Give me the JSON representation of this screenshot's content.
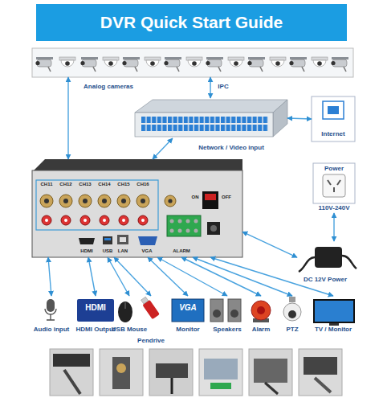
{
  "diagram": {
    "title": "DVR Quick Start Guide",
    "nodes": [
      {
        "text": [
          "Analog cameras",
          "IPC"
        ]
      },
      {
        "text": [
          "Network / Video input"
        ]
      },
      {
        "text": [
          "Internet"
        ]
      },
      {
        "text": [
          "Power",
          "110V-240V"
        ]
      },
      {
        "text": [
          "DC 12V Power"
        ]
      },
      {
        "text": [
          "CH11",
          "CH12",
          "CH13",
          "CH14",
          "CH15",
          "CH16",
          "ON",
          "OFF",
          "HDMI",
          "USB",
          "LAN",
          "VGA",
          "ALARM"
        ]
      },
      {
        "text": [
          "Audio input"
        ]
      },
      {
        "text": [
          "HDMI",
          "HDMI Output"
        ]
      },
      {
        "text": [
          "USB Mouse"
        ]
      },
      {
        "text": [
          "Pendrive"
        ]
      },
      {
        "text": [
          "VGA",
          "Monitor"
        ]
      },
      {
        "text": [
          "Speakers"
        ]
      },
      {
        "text": [
          "Alarm"
        ]
      },
      {
        "text": [
          "PTZ"
        ]
      },
      {
        "text": [
          "TV / Monitor"
        ]
      }
    ],
    "edges": [
      {
        "from": 0,
        "to": 5,
        "arrow": "both"
      },
      {
        "from": 0,
        "to": 1,
        "arrow": "both"
      },
      {
        "from": 1,
        "to": 2,
        "arrow": "both"
      },
      {
        "from": 1,
        "to": 5,
        "arrow": "both"
      },
      {
        "from": 3,
        "to": 4,
        "arrow": "both"
      },
      {
        "from": 4,
        "to": 5,
        "arrow": "both"
      },
      {
        "from": 5,
        "to": 6,
        "arrow": "both"
      },
      {
        "from": 5,
        "to": 7,
        "arrow": "both"
      },
      {
        "from": 5,
        "to": 8,
        "arrow": "both"
      },
      {
        "from": 5,
        "to": 9,
        "arrow": "both"
      },
      {
        "from": 5,
        "to": 10,
        "arrow": "both"
      },
      {
        "from": 5,
        "to": 11,
        "arrow": "both"
      },
      {
        "from": 5,
        "to": 12,
        "arrow": "both"
      },
      {
        "from": 5,
        "to": 13,
        "arrow": "both"
      },
      {
        "from": 5,
        "to": 14,
        "arrow": "both"
      }
    ]
  }
}
